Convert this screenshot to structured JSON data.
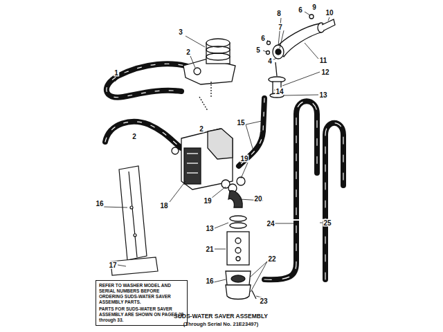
{
  "diagram": {
    "title": "SUDS-WATER SAVER ASSEMBLY",
    "caption": "(Through Serial No. 21E23497)",
    "nodes": [
      {
        "text": [
          "REFER TO WASHER MODEL AND SERIAL NUMBERS BEFORE ORDERING SUDS-WATER SAVER ASSEMBLY PARTS.",
          "PARTS FOR SUDS-WATER SAVER ASSEMBLY ARE SHOWN ON PAGES 28 through 33."
        ]
      }
    ],
    "edges": [],
    "labels": [
      "9",
      "6",
      "10",
      "8",
      "7",
      "3",
      "6",
      "5",
      "2",
      "4",
      "11",
      "12",
      "1",
      "14",
      "13",
      "15",
      "2",
      "2",
      "19",
      "20",
      "19",
      "16",
      "18",
      "25",
      "24",
      "13",
      "21",
      "22",
      "17",
      "16",
      "23"
    ]
  }
}
